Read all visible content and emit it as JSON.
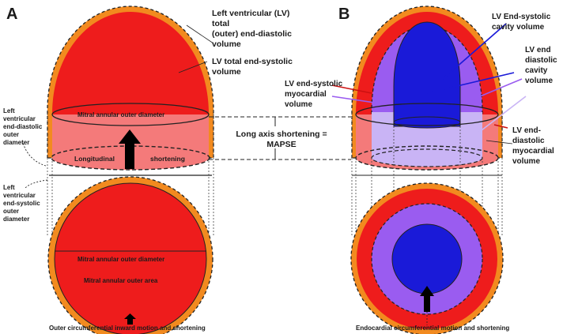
{
  "panels": {
    "a_letter": "A",
    "b_letter": "B"
  },
  "labels": {
    "lv_total_ed_1": "Left ventricular (LV)",
    "lv_total_ed_2": "total",
    "lv_total_ed_3": "(outer) end-diastolic",
    "lv_total_ed_4": "volume",
    "lv_total_es_1": "LV total end-systolic",
    "lv_total_es_2": "volume",
    "mitral_outer_diam_top": "Mitral annular outer  diameter",
    "longitudinal": "Longitudinal",
    "shortening": "shortening",
    "lved_diam_1": "Left",
    "lved_diam_2": "ventricular",
    "lved_diam_3": "end-diastolic",
    "lved_diam_4": "outer",
    "lved_diam_5": "diameter",
    "lves_diam_1": "Left",
    "lves_diam_2": "ventricular",
    "lves_diam_3": "end-systolic",
    "lves_diam_4": "outer",
    "lves_diam_5": "diameter",
    "mitral_outer_diam_bottom": "Mitral annular outer  diameter",
    "mitral_outer_area": "Mitral annular outer area",
    "outer_circ_motion": "Outer circumferential inward motion and shortening",
    "mapse_1": "Long axis shortening =",
    "mapse_2": "MAPSE",
    "lv_es_cavity_1": "LV  End-systolic",
    "lv_es_cavity_2": "cavity volume",
    "lv_ed_cavity_1": "LV end",
    "lv_ed_cavity_2": "diastolic",
    "lv_ed_cavity_3": "cavity",
    "lv_ed_cavity_4": "volume",
    "lv_es_myo_1": "LV end-systolic",
    "lv_es_myo_2": "myocardial",
    "lv_es_myo_3": "volume",
    "lv_ed_myo_1": "LV end-",
    "lv_ed_myo_2": "diastolic",
    "lv_ed_myo_3": "myocardial",
    "lv_ed_myo_4": "volume",
    "endo_circ_motion": "Endocardial circumferential motion and shortening"
  },
  "colors": {
    "red": "#ee1c1c",
    "orange": "#f28a1f",
    "pink": "#f47a7a",
    "purple": "#9a5cf0",
    "lavender": "#c9b4f5",
    "blue": "#1a1ad8"
  }
}
